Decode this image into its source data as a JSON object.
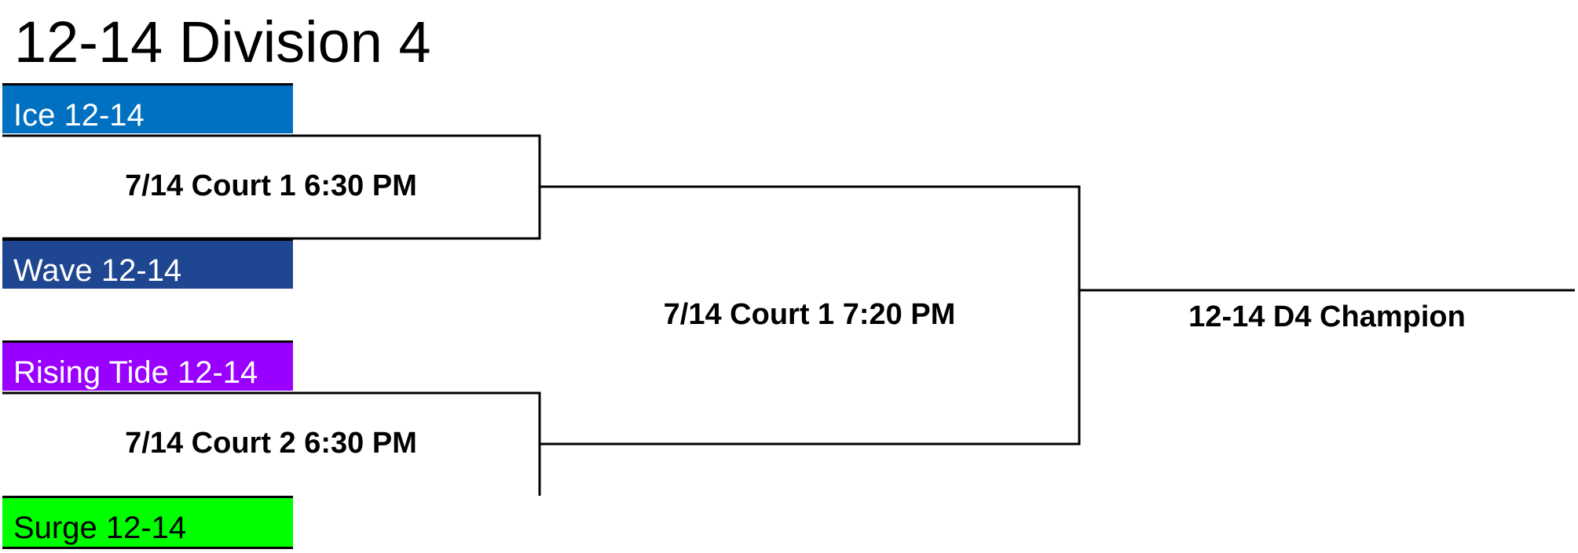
{
  "title": "12-14 Division 4",
  "teams": [
    {
      "name": "Ice 12-14",
      "bg": "#0070c0",
      "fg": "#ffffff"
    },
    {
      "name": "Wave 12-14",
      "bg": "#1f4690",
      "fg": "#ffffff"
    },
    {
      "name": "Rising Tide 12-14",
      "bg": "#9900ff",
      "fg": "#ffffff"
    },
    {
      "name": "Surge 12-14",
      "bg": "#00ff00",
      "fg": "#000000"
    }
  ],
  "games": {
    "semifinal_1": "7/14 Court 1 6:30 PM",
    "semifinal_2": "7/14 Court 2 6:30 PM",
    "final": "7/14 Court 1 7:20 PM",
    "champion": "12-14 D4 Champion"
  }
}
